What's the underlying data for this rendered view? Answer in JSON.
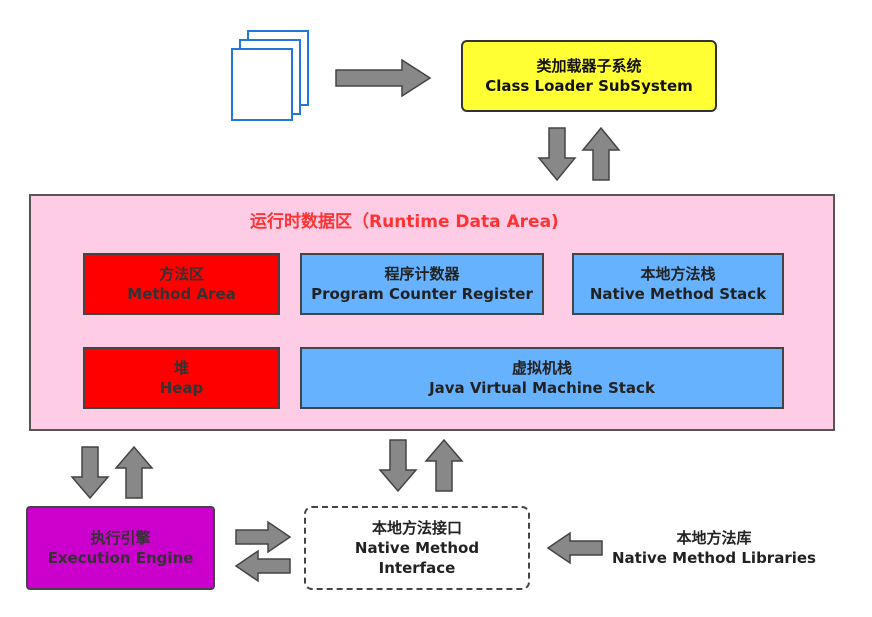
{
  "class_loader": {
    "zh": "类加载器子系统",
    "en": "Class Loader SubSystem"
  },
  "runtime_area": {
    "title": "运行时数据区（Runtime Data Area)"
  },
  "method_area": {
    "zh": "方法区",
    "en": "Method Area"
  },
  "pc_register": {
    "zh": "程序计数器",
    "en": "Program Counter Register"
  },
  "native_stack": {
    "zh": "本地方法栈",
    "en": "Native Method Stack"
  },
  "heap": {
    "zh": "堆",
    "en": "Heap"
  },
  "jvm_stack": {
    "zh": "虚拟机栈",
    "en": "Java Virtual Machine Stack"
  },
  "execution_engine": {
    "zh": "执行引擎",
    "en": "Execution Engine"
  },
  "native_interface": {
    "zh": "本地方法接口",
    "en_line1": "Native Method",
    "en_line2": "Interface"
  },
  "native_libraries": {
    "zh": "本地方法库",
    "en": "Native Method Libraries"
  },
  "colors": {
    "yellow": "#ffff33",
    "pink": "#ffcce6",
    "red": "#ff0000",
    "blue": "#66b2ff",
    "purple": "#cc00cc",
    "arrow": "#888888",
    "title_red": "#ff3333",
    "file_blue": "#2277dd"
  }
}
